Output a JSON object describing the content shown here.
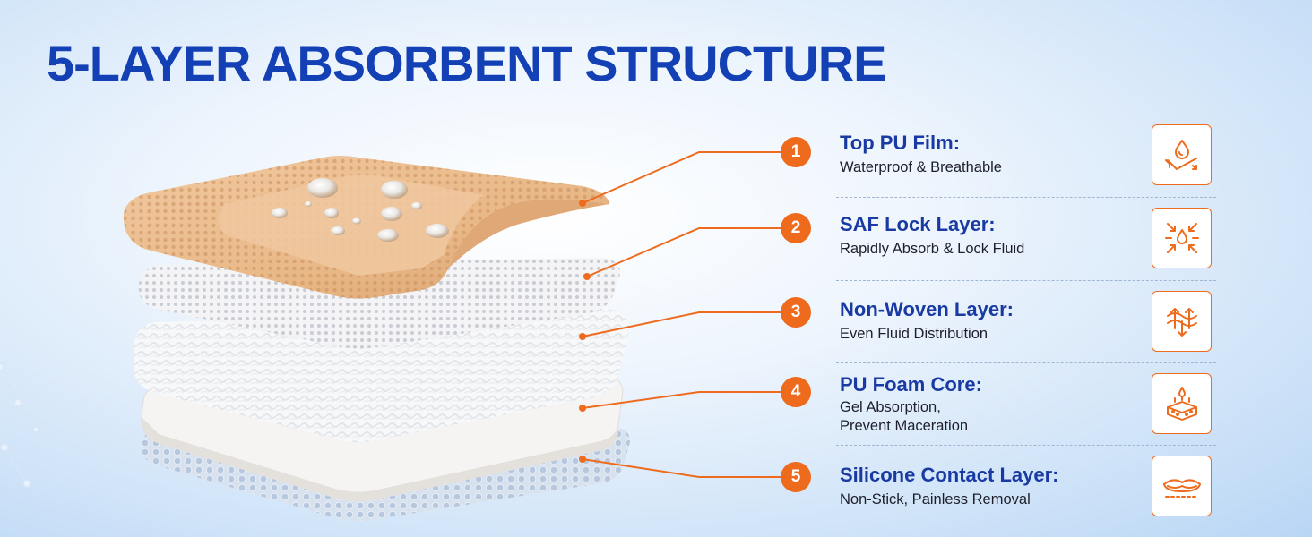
{
  "title": "5-LAYER ABSORBENT STRUCTURE",
  "colors": {
    "title": "#1340b4",
    "accent": "#ee6b1d",
    "heading": "#1a3aa3"
  },
  "layers": [
    {
      "number": "1",
      "name": "Top PU Film:",
      "desc": "Waterproof & Breathable",
      "icon": "water-drop-breathable-icon"
    },
    {
      "number": "2",
      "name": "SAF Lock Layer:",
      "desc": "Rapidly Absorb & Lock Fluid",
      "icon": "absorb-lock-icon"
    },
    {
      "number": "3",
      "name": "Non-Woven Layer:",
      "desc": "Even Fluid Distribution",
      "icon": "fluid-distribution-icon"
    },
    {
      "number": "4",
      "name": "PU Foam Core:",
      "desc": "Gel Absorption,",
      "desc2": "Prevent Maceration",
      "icon": "foam-sponge-icon"
    },
    {
      "number": "5",
      "name": "Silicone Contact Layer:",
      "desc": "Non-Stick, Painless Removal",
      "icon": "silicone-contact-icon"
    }
  ]
}
